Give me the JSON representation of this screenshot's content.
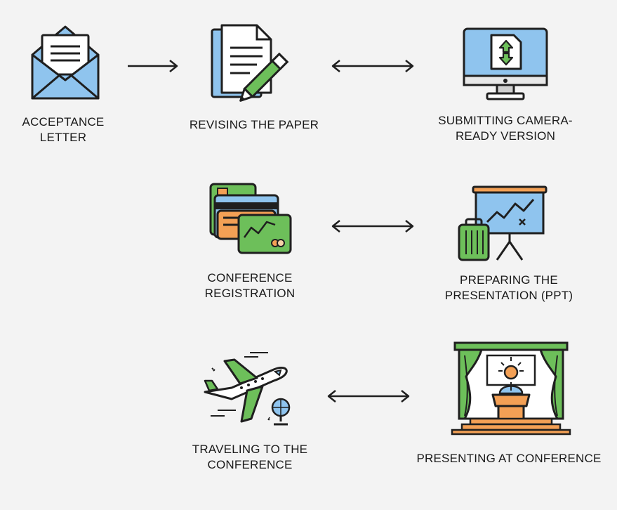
{
  "steps": {
    "acceptance": {
      "line1": "ACCEPTANCE",
      "line2": "LETTER",
      "icon": "envelope-icon"
    },
    "revising": {
      "line1": "REVISING THE PAPER",
      "icon": "paper-pencil-icon"
    },
    "camera_ready": {
      "line1": "SUBMITTING CAMERA-",
      "line2": "READY VERSION",
      "icon": "monitor-upload-icon"
    },
    "registration": {
      "line1": "CONFERENCE",
      "line2": "REGISTRATION",
      "icon": "credit-cards-icon"
    },
    "presentation": {
      "line1": "PREPARING THE",
      "line2": "PRESENTATION (PPT)",
      "icon": "presentation-board-icon"
    },
    "traveling": {
      "line1": "TRAVELING TO THE",
      "line2": "CONFERENCE",
      "icon": "airplane-globe-icon"
    },
    "presenting": {
      "line1": "PRESENTING AT CONFERENCE",
      "icon": "podium-stage-icon"
    }
  },
  "arrows": [
    {
      "from": "acceptance",
      "to": "revising",
      "style": "single"
    },
    {
      "from": "revising",
      "to": "camera_ready",
      "style": "double"
    },
    {
      "from": "registration",
      "to": "presentation",
      "style": "double"
    },
    {
      "from": "traveling",
      "to": "presenting",
      "style": "double"
    }
  ],
  "colors": {
    "outline": "#1f1f1f",
    "blue": "#8fc4ee",
    "green": "#6dbf5a",
    "orange": "#f3a055",
    "paper": "#ffffff",
    "background": "#f3f3f3"
  }
}
